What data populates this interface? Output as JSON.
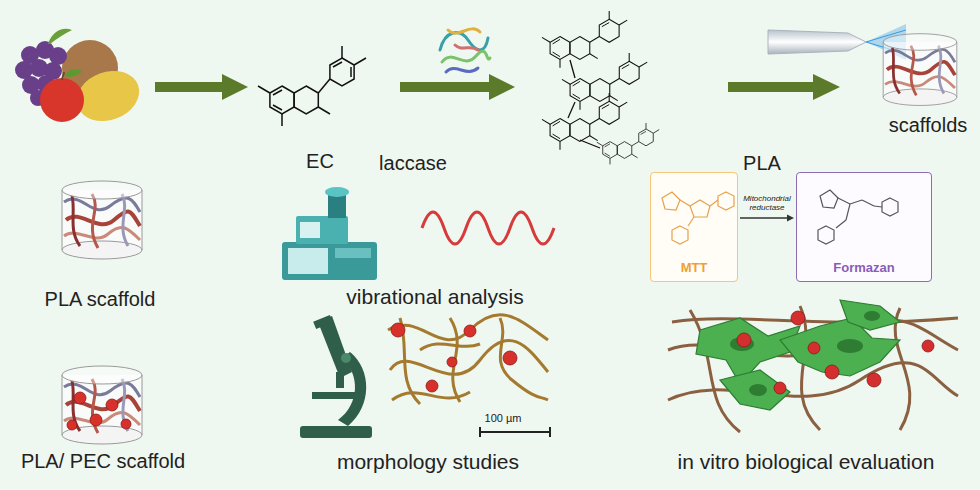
{
  "diagram": {
    "nodes": [
      {
        "text": [
          "MTT"
        ]
      },
      {
        "text": [
          "Formazan"
        ]
      }
    ],
    "edges": [
      {
        "from": 0,
        "to": 1,
        "label": "Mitochondrial reductase",
        "arrow": "to"
      }
    ],
    "labels": [
      "EC",
      "laccase",
      "PLA",
      "scaffolds",
      "PLA scaffold",
      "vibrational analysis",
      "PLA/ PEC scaffold",
      "morphology studies",
      "100 µm",
      "in vitro biological evaluation"
    ]
  }
}
